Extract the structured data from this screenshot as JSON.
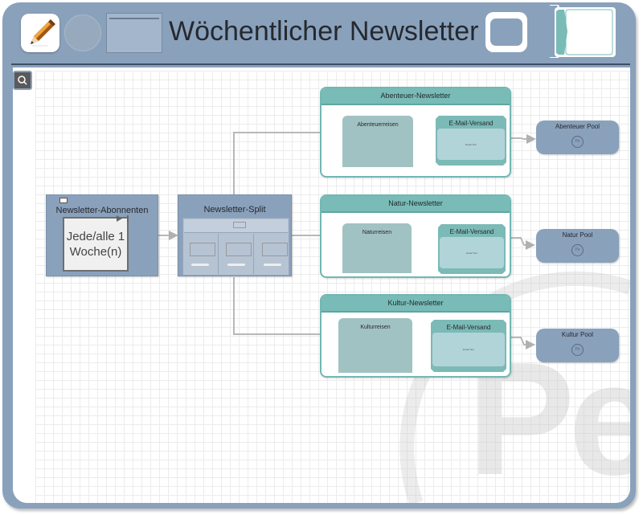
{
  "header": {
    "title": "Wöchentlicher Newsletter",
    "buttons": [
      {
        "icon": "pencil-icon"
      },
      {
        "icon": "circle-icon"
      },
      {
        "icon": "rectangle-icon"
      },
      {
        "icon": "rounded-rectangle-icon"
      },
      {
        "icon": "tab-icon"
      }
    ]
  },
  "canvas": {
    "zoom_icon": "magnifier-icon",
    "watermark": "Pe"
  },
  "colors": {
    "frame": "#8aa1bc",
    "teal": "#78bbb7",
    "task_grey": "#a1c2c2",
    "email_inner": "#b1d4d8",
    "edge": "#b8b8b8"
  },
  "nodes": {
    "start": {
      "label": "Newsletter-Abonnenten",
      "timer": "Jede/alle 1 Woche(n)"
    },
    "split": {
      "label": "Newsletter-Split"
    },
    "subprocesses": [
      {
        "title": "Abenteuer-Newsletter",
        "task": "Abenteuerreisen",
        "email_title": "E-Mail-Versand",
        "email_body": "Email Text",
        "pool": "Abenteuer Pool"
      },
      {
        "title": "Natur-Newsletter",
        "task": "Naturreisen",
        "email_title": "E-Mail-Versand",
        "email_body": "Email Text",
        "pool": "Natur Pool"
      },
      {
        "title": "Kultur-Newsletter",
        "task": "Kulturreisen",
        "email_title": "E-Mail-Versand",
        "email_body": "Email Text",
        "pool": "Kultur Pool"
      }
    ],
    "pool_badge": "Pe"
  }
}
